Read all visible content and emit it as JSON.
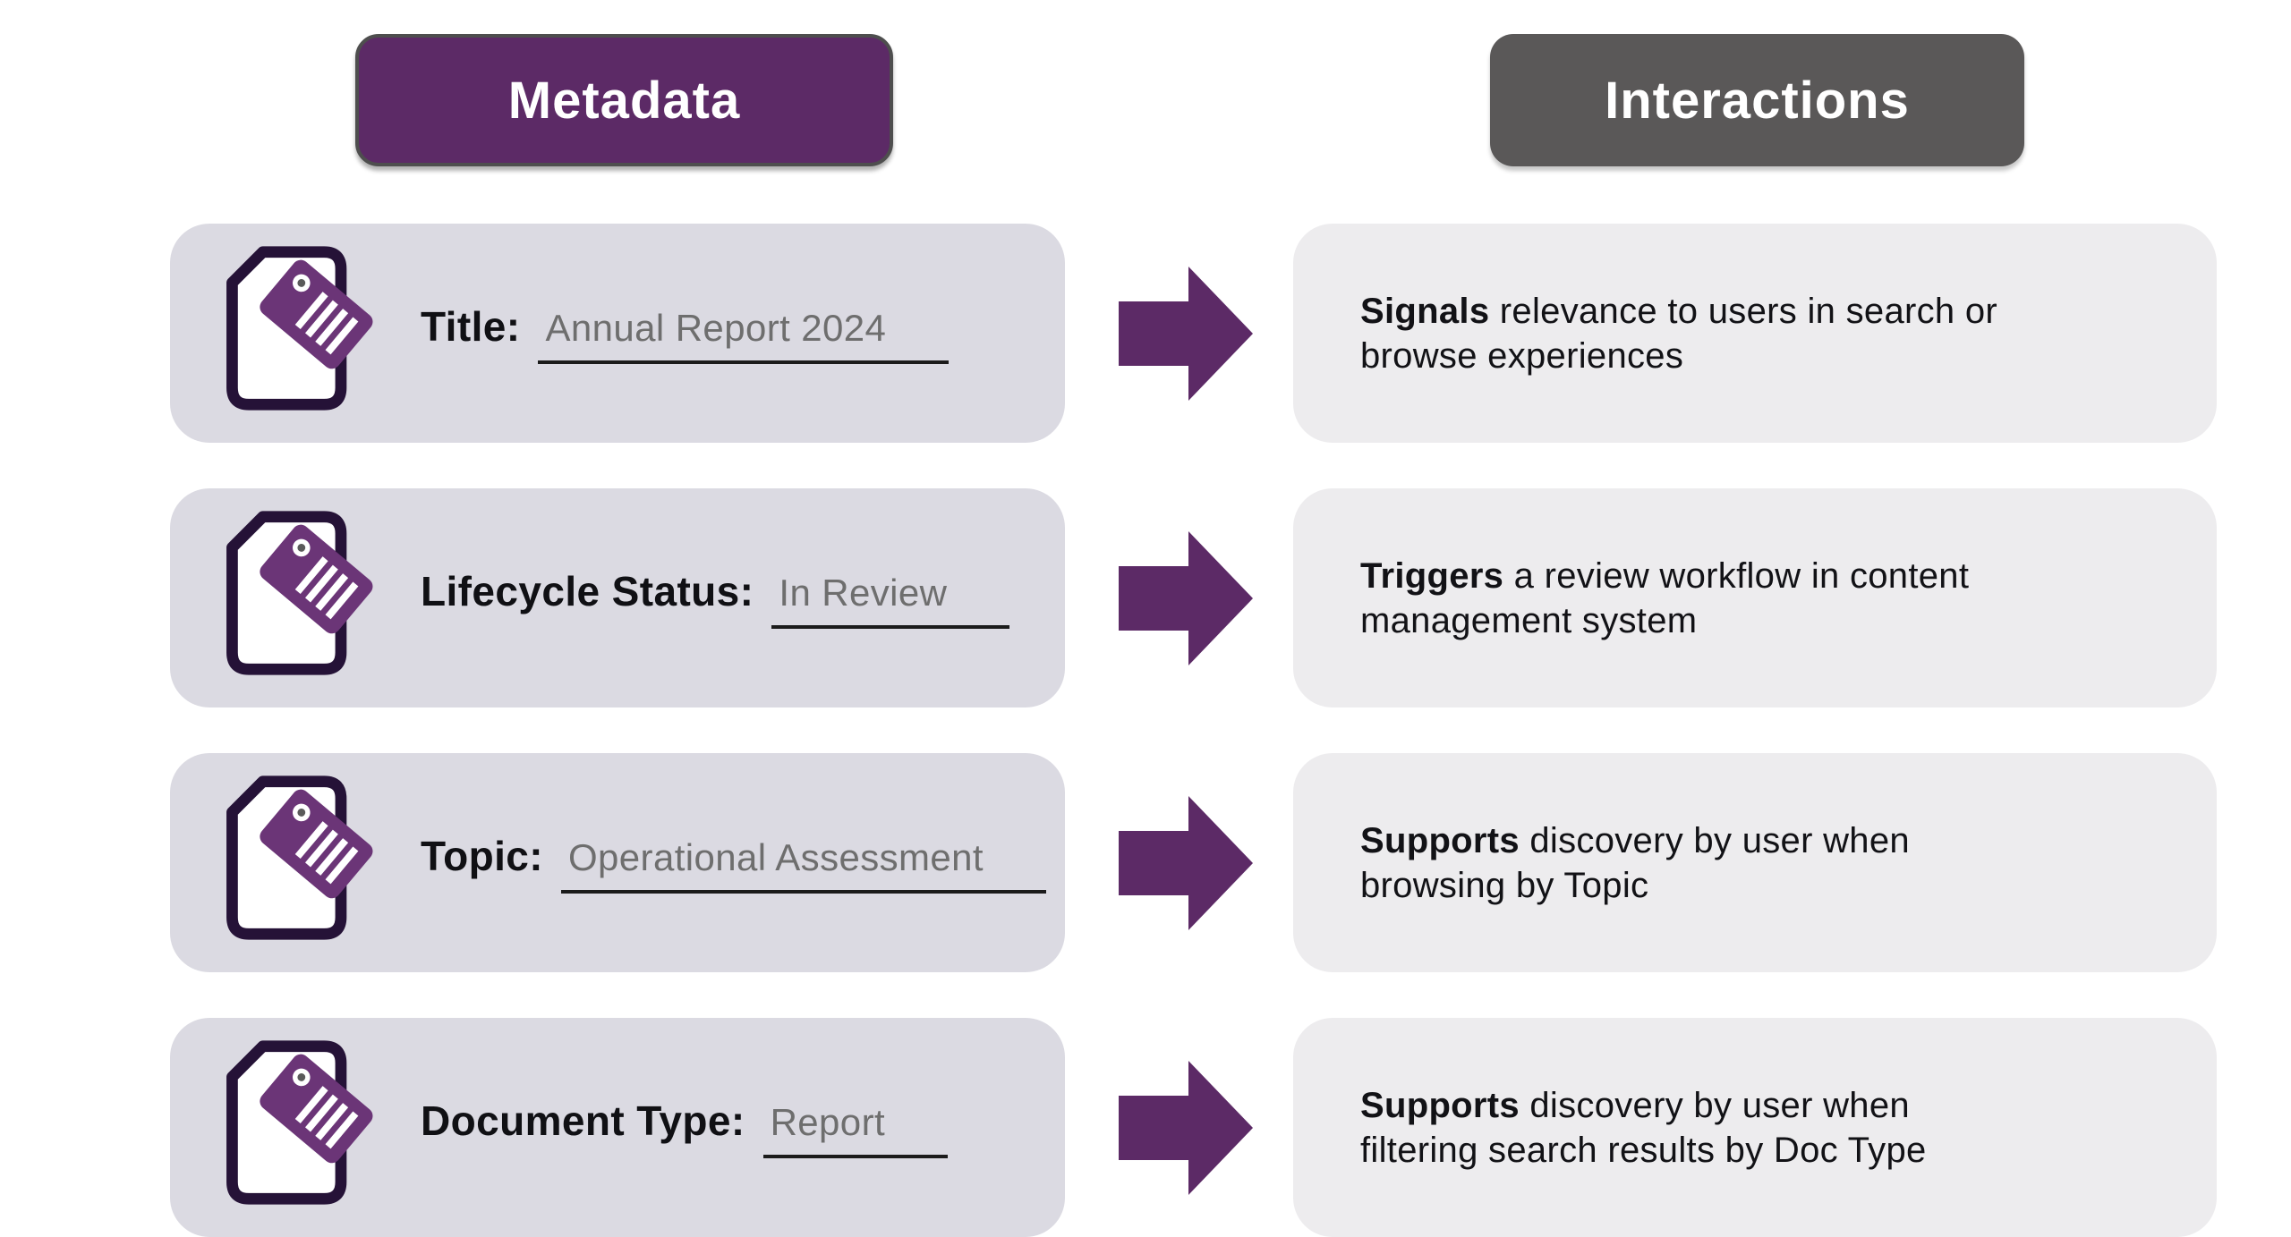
{
  "header": {
    "left_label": "Metadata",
    "right_label": "Interactions"
  },
  "rows": [
    {
      "label": "Title:",
      "value": "Annual Report 2024",
      "lead": "Signals",
      "rest": "relevance to users in search or\nbrowse experiences"
    },
    {
      "label": "Lifecycle Status:",
      "value": "In Review",
      "lead": "Triggers",
      "rest": "a review workflow in content\nmanagement system"
    },
    {
      "label": "Topic:",
      "value": "Operational Assessment",
      "lead": "Supports",
      "rest": "discovery by user when\nbrowsing by Topic"
    },
    {
      "label": "Document Type:",
      "value": "Report",
      "lead": "Supports",
      "rest": "discovery by user when\nfiltering search results by Doc Type"
    }
  ],
  "icons": {
    "row_icon": "document-with-tag",
    "connector_icon": "arrow-right"
  },
  "colors": {
    "purple_primary": "#5C2A66",
    "gray_pill": "#5A5858",
    "card_left": "#DBDAE2",
    "card_right": "#EDECEE",
    "tag_purple": "#6B3577",
    "page_outline": "#251237",
    "value_gray": "#6E6E6E",
    "underline": "#1B1B1B"
  }
}
